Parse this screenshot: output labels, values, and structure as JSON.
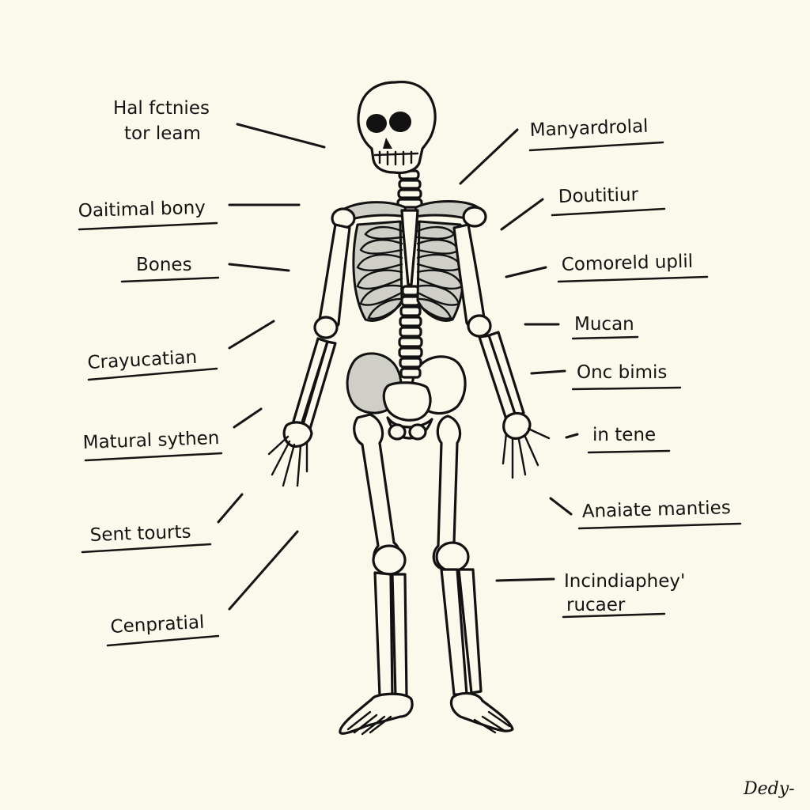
{
  "labels_left": [
    "Hal fctnies",
    "tor leam",
    "Oaitimal bony",
    "Bones",
    "Crayucatian",
    "Matural sythen",
    "Sent tourts",
    "Cenpratial"
  ],
  "labels_right": [
    "Manyardrolal",
    "Doutitiur",
    "Comoreld uplil",
    "Mucan",
    "Onc bimis",
    "in tene",
    "Anaiate manties",
    "Incindiaphey'",
    "rucaer"
  ],
  "signature": "Dedy-",
  "colors": {
    "paper": "#fbf8ec",
    "ink": "#121212",
    "bone_shade": "#cfcfc8"
  }
}
